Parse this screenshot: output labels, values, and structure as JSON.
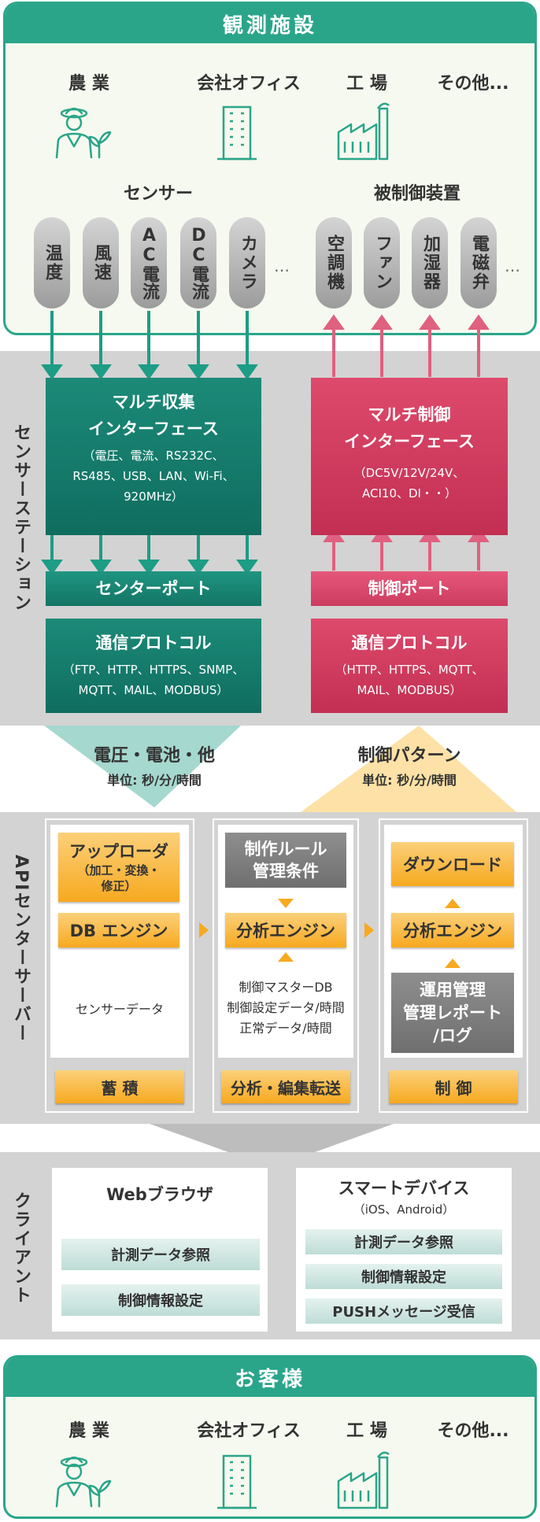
{
  "top": {
    "title": "観測施設",
    "categories": [
      "農 業",
      "会社オフィス",
      "工 場",
      "その他..."
    ],
    "sensors_label": "センサー",
    "controlled_label": "被制御装置",
    "sensors": [
      "温度",
      "風速",
      "AC電流",
      "DC電流",
      "カメラ"
    ],
    "controlled": [
      "空調機",
      "ファン",
      "加湿器",
      "電磁弁"
    ],
    "ellipsis": "…"
  },
  "station": {
    "side_label": "センサーステーション",
    "multi_collect": {
      "title1": "マルチ収集",
      "title2": "インターフェース",
      "sub1": "（電圧、電流、RS232C、",
      "sub2": "RS485、USB、LAN、Wi-Fi、",
      "sub3": "920MHz）"
    },
    "multi_control": {
      "title1": "マルチ制御",
      "title2": "インターフェース",
      "sub1": "（DC5V/12V/24V、",
      "sub2": "ACI10、DI・・）"
    },
    "sensor_port": "センターポート",
    "control_port": "制御ポート",
    "proto_left": {
      "title": "通信プロトコル",
      "sub1": "（FTP、HTTP、HTTPS、SNMP、",
      "sub2": "MQTT、MAIL、MODBUS）"
    },
    "proto_right": {
      "title": "通信プロトコル",
      "sub1": "（HTTP、HTTPS、MQTT、",
      "sub2": "MAIL、MODBUS）"
    }
  },
  "flow": {
    "up_label": "電圧・電池・他",
    "up_unit": "単位: 秒/分/時間",
    "down_label": "制御パターン",
    "down_unit": "単位: 秒/分/時間"
  },
  "api": {
    "side_label": "APIセンターサーバー",
    "uploader": "アップローダ",
    "uploader_sub1": "（加工・変換・",
    "uploader_sub2": "修正）",
    "db_engine": "DB エンジン",
    "sensor_data": "センサーデータ",
    "storage": "蓄 積",
    "rule1": "制作ルール",
    "rule2": "管理条件",
    "analysis_engine": "分析エンジン",
    "mid_text1": "制御マスターDB",
    "mid_text2": "制御設定データ/時間",
    "mid_text3": "正常データ/時間",
    "analysis_edit": "分析・編集転送",
    "download": "ダウンロード",
    "analysis_engine2": "分析エンジン",
    "ops1": "運用管理",
    "ops2": "管理レポート",
    "ops3": "/ログ",
    "control": "制 御"
  },
  "client": {
    "side_label": "クライアント",
    "web_title": "Webブラウザ",
    "web_items": [
      "計測データ参照",
      "制御情報設定"
    ],
    "smart_title": "スマートデバイス",
    "smart_sub": "（iOS、Android）",
    "smart_items": [
      "計測データ参照",
      "制御情報設定",
      "PUSHメッセージ受信"
    ]
  },
  "bottom": {
    "title": "お客様",
    "categories": [
      "農 業",
      "会社オフィス",
      "工 場",
      "その他..."
    ]
  },
  "colors": {
    "green": "#2aa58a",
    "teal_dark": "#0f6d60",
    "red": "#c22f52",
    "orange": "#f7a91f",
    "gray_band": "#d3d3d3"
  }
}
